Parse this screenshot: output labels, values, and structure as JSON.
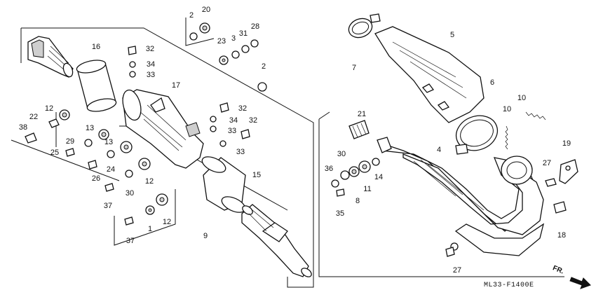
{
  "diagram_code": "ML33-F1400E",
  "direction_label": "FR.",
  "callouts": {
    "p1": "1",
    "p2a": "2",
    "p2b": "2",
    "p3": "3",
    "p4": "4",
    "p5": "5",
    "p6": "6",
    "p7": "7",
    "p8": "8",
    "p9": "9",
    "p10a": "10",
    "p10b": "10",
    "p11": "11",
    "p12a": "12",
    "p12b": "12",
    "p12c": "12",
    "p13a": "13",
    "p13b": "13",
    "p14": "14",
    "p15": "15",
    "p16": "16",
    "p17": "17",
    "p18": "18",
    "p19": "19",
    "p20": "20",
    "p21": "21",
    "p22": "22",
    "p23": "23",
    "p24": "24",
    "p25": "25",
    "p26": "26",
    "p27a": "27",
    "p27b": "27",
    "p28": "28",
    "p29": "29",
    "p30a": "30",
    "p30b": "30",
    "p31": "31",
    "p32a": "32",
    "p32b": "32",
    "p32c": "32",
    "p33a": "33",
    "p33b": "33",
    "p33c": "33",
    "p34a": "34",
    "p34b": "34",
    "p35": "35",
    "p36": "36",
    "p37a": "37",
    "p37b": "37",
    "p38": "38"
  }
}
